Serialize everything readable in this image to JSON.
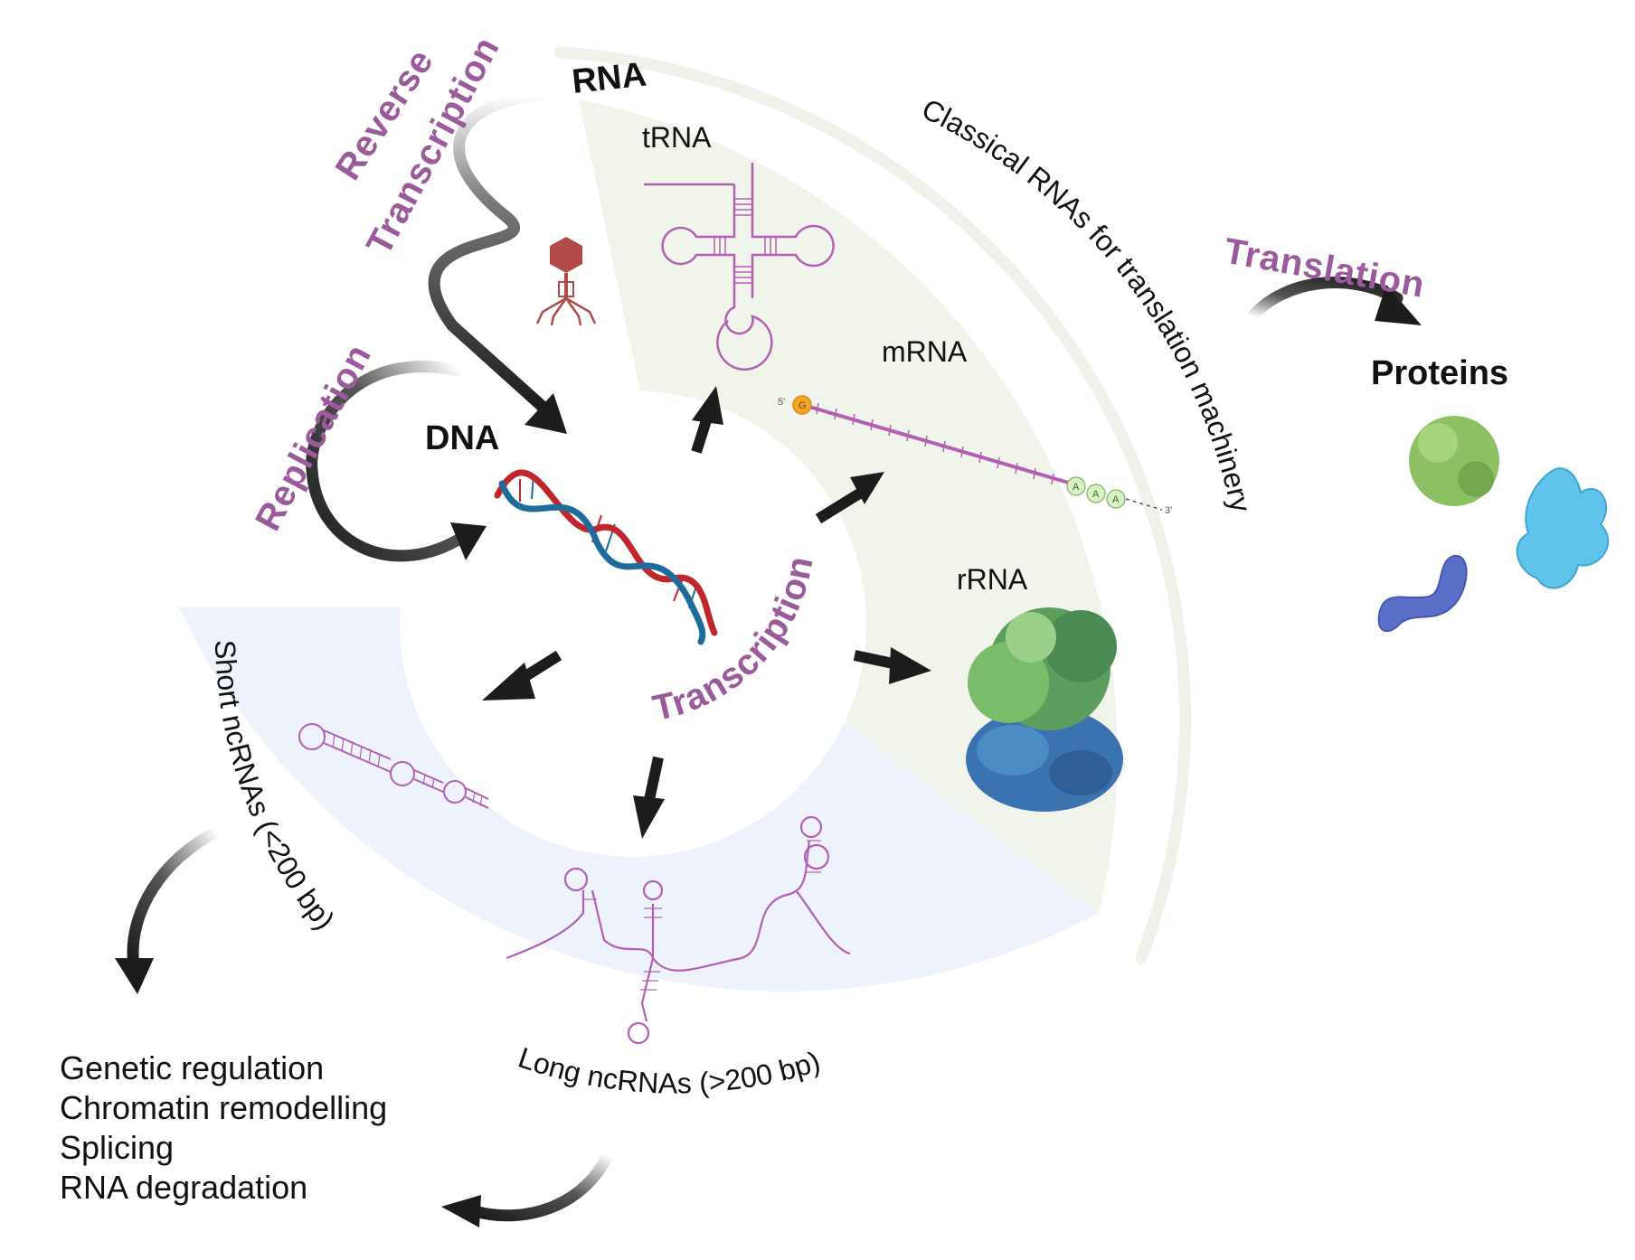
{
  "processes": {
    "reverse_transcription_line1": "Reverse",
    "reverse_transcription_line2": "Transcription",
    "replication": "Replication",
    "transcription": "Transcription",
    "translation": "Translation"
  },
  "molecules": {
    "rna": "RNA",
    "dna": "DNA",
    "proteins": "Proteins"
  },
  "classical_rnas": {
    "arc_label": "Classical RNAs for translation machinery",
    "trna": "tRNA",
    "mrna": "mRNA",
    "rrna": "rRNA",
    "mrna_five_prime": "5'",
    "mrna_three_prime": "3'",
    "mrna_cap": "G",
    "mrna_tail": [
      "A",
      "A",
      "A"
    ]
  },
  "noncoding_rnas": {
    "short_label": "Short ncRNAs (<200 bp)",
    "long_label": "Long ncRNAs (>200 bp)"
  },
  "functions": [
    "Genetic regulation",
    "Chromatin remodelling",
    "Splicing",
    "RNA degradation"
  ],
  "colors": {
    "process_purple": "#9b5b9b",
    "classical_region": "#f1f4ea",
    "noncoding_region": "#edf2fb",
    "outer_arc": "#eef2e8",
    "arrow_dark": "#1c1c1c",
    "rna_strand": "#b35fb3",
    "dna_red": "#c0272d",
    "dna_blue": "#1f6c9c",
    "phage": "#b24a48",
    "protein_green": "#8cc063",
    "protein_blue": "#5fc3ea",
    "protein_indigo": "#5b6ec8",
    "ribosome_green": "#5d9e5f",
    "ribosome_blue": "#3b73b0"
  }
}
